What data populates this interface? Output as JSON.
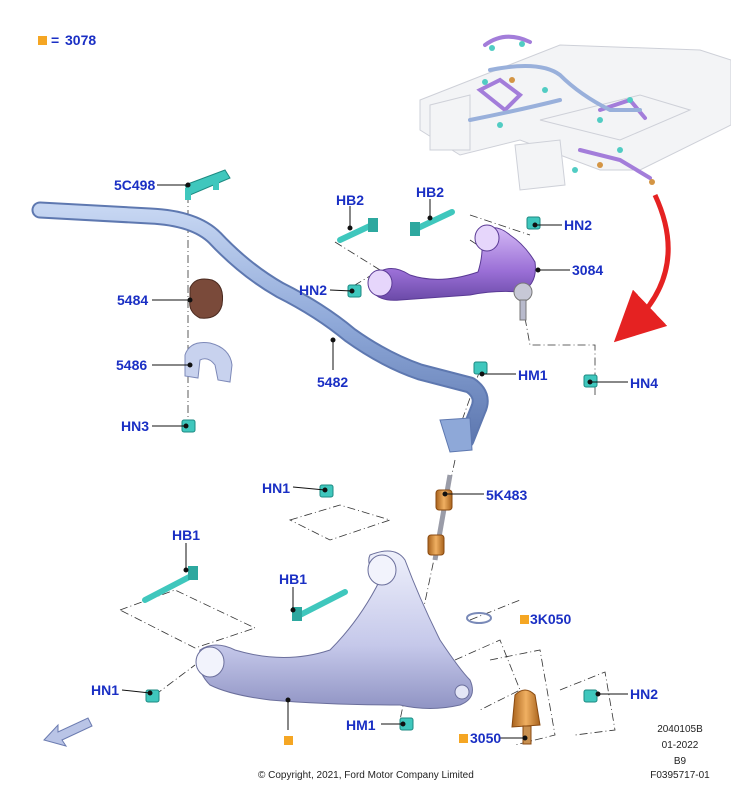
{
  "legend": {
    "symbol_color": "#f5a623",
    "equals": "=",
    "code": "3078"
  },
  "callouts": {
    "c5C498": "5C498",
    "cHB2a": "HB2",
    "cHB2b": "HB2",
    "cHN2top": "HN2",
    "c3084": "3084",
    "cHN2mid": "HN2",
    "c5484": "5484",
    "c5486": "5486",
    "c5482": "5482",
    "cHM1top": "HM1",
    "cHN4": "HN4",
    "cHN3": "HN3",
    "cHN1top": "HN1",
    "c5K483": "5K483",
    "cHB1a": "HB1",
    "cHB1b": "HB1",
    "c3K050": "3K050",
    "cHN1bottom": "HN1",
    "cHN2bottom": "HN2",
    "cHM1bottom": "HM1",
    "c3050": "3050"
  },
  "meta": {
    "line1": "2040105B",
    "line2": "01-2022",
    "line3": "B9",
    "line4": "F0395717-01"
  },
  "copyright": "© Copyright, 2021, Ford Motor Company Limited",
  "colors": {
    "label": "#1a2fc4",
    "marker": "#f5a623",
    "stabilizer_bar": "#8ea8d8",
    "upper_arm": "#9a6fd6",
    "lower_arm": "#c5c8ea",
    "fastener": "#3fc7bd",
    "link": "#d08a30",
    "bushing": "#7a4a3a",
    "arrow": "#e52222"
  }
}
